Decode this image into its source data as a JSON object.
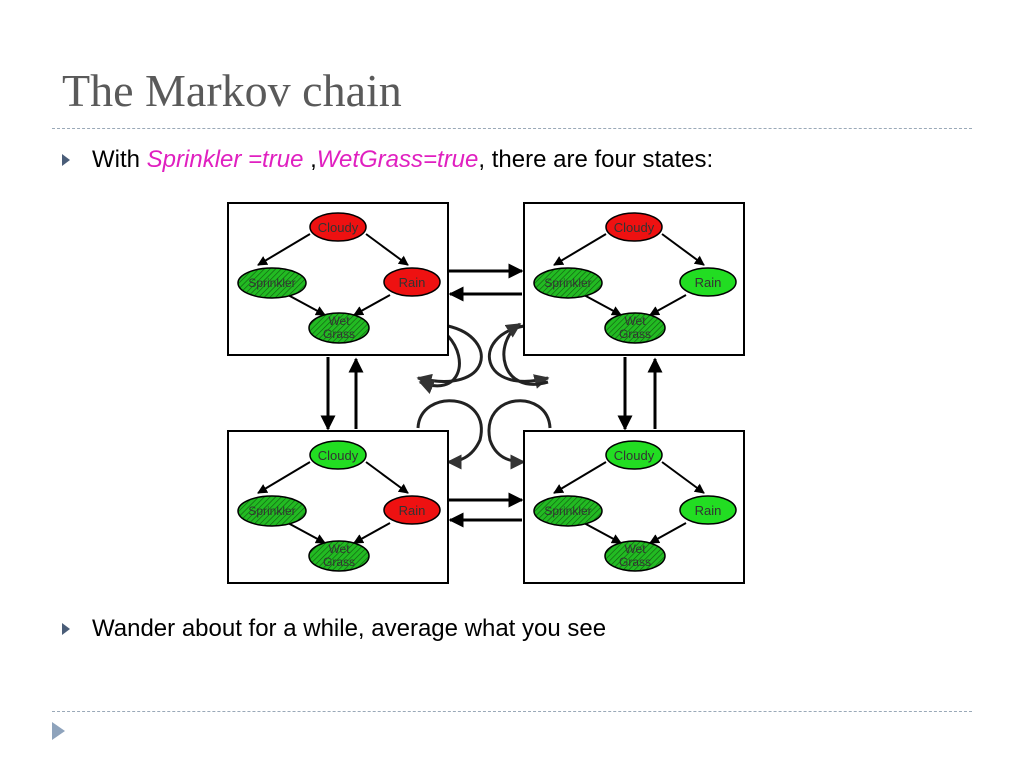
{
  "slide": {
    "title": "The Markov chain",
    "bullet1": {
      "prefix": "With ",
      "evidence1": "Sprinkler =true",
      "sep": " ,",
      "evidence2": "WetGrass=true",
      "suffix": ", there are four states:"
    },
    "bullet2": "Wander about for a while, average what you see"
  },
  "diagram": {
    "node_labels": {
      "cloudy": "Cloudy",
      "sprinkler": "Sprinkler",
      "rain": "Rain",
      "wetgrass_line1": "Wet",
      "wetgrass_line2": "Grass"
    },
    "states": [
      {
        "id": "top-left",
        "cloudy": "false",
        "rain": "false"
      },
      {
        "id": "top-right",
        "cloudy": "false",
        "rain": "true"
      },
      {
        "id": "bottom-left",
        "cloudy": "true",
        "rain": "false"
      },
      {
        "id": "bottom-right",
        "cloudy": "true",
        "rain": "true"
      }
    ]
  },
  "colors": {
    "true_node": "#22dd22",
    "false_node": "#ee1111",
    "evidence_node": "#22bb22",
    "highlight_text": "#e020c0",
    "title_text": "#5a5a5a",
    "bullet_marker": "#4a5d78"
  },
  "icons": {
    "bullet": "triangle-bullet-icon",
    "nav": "nav-triangle-icon"
  }
}
